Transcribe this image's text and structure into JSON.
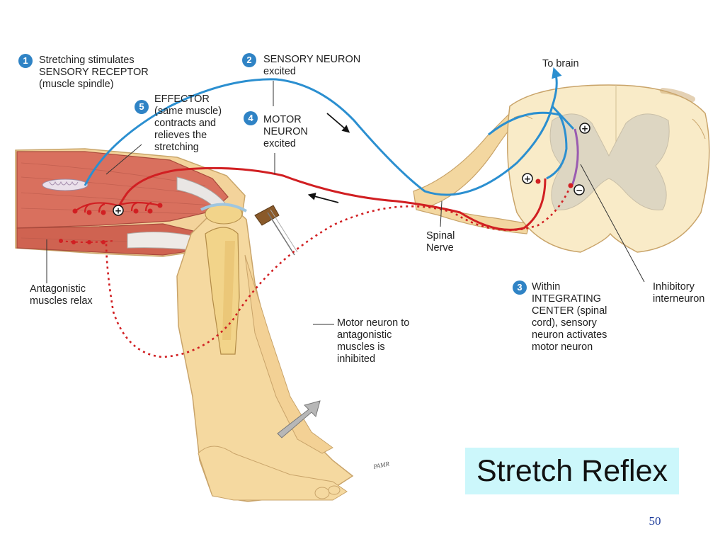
{
  "labels": {
    "step1": {
      "num": "1",
      "text": "Stretching stimulates\nSENSORY RECEPTOR\n(muscle spindle)"
    },
    "step2": {
      "num": "2",
      "text": "SENSORY NEURON\nexcited"
    },
    "step3": {
      "num": "3",
      "text": "Within\nINTEGRATING\nCENTER (spinal\ncord), sensory\nneuron activates\nmotor neuron"
    },
    "step4": {
      "num": "4",
      "text": "MOTOR\nNEURON\nexcited"
    },
    "step5": {
      "num": "5",
      "text": "EFFECTOR\n(same muscle)\ncontracts and\nrelieves the\nstretching"
    },
    "to_brain": "To brain",
    "spinal_nerve": "Spinal\nNerve",
    "inhibitory_interneuron": "Inhibitory\ninterneuron",
    "antagonistic_muscles": "Antagonistic\nmuscles relax",
    "motor_neuron_antagonistic": "Motor neuron to\nantagonistic\nmuscles is\ninhibited",
    "signature": "PAMR"
  },
  "synapse_signs": {
    "plus": "+",
    "minus": "−"
  },
  "slide": {
    "title": "Stretch Reflex",
    "page_number": "50"
  },
  "colors": {
    "sensory": "#2b8fd0",
    "motor": "#d11f22",
    "step_badge": "#2f83c5",
    "title_bg": "#ccf7fb",
    "skin": "#f5d9a0",
    "muscle": "#d9705e",
    "spinal_cord": "#f9ebc8",
    "grey_matter": "#ddd6c2",
    "interneuron": "#9a5bb0"
  },
  "icons": [
    "excitatory-synapse-icon",
    "inhibitory-synapse-icon",
    "direction-arrow-icon",
    "tendon-hammer-icon",
    "kick-arrow-icon"
  ]
}
